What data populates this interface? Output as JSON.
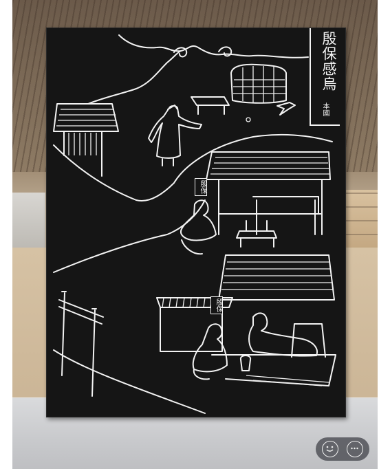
{
  "stele": {
    "title": "殷保感烏",
    "subtitle": "本國",
    "figure_label_upper": "殷保",
    "figure_label_lower": "殷保"
  },
  "overlay": {
    "emoji_icon": "smiley-icon",
    "chat_icon": "chat-bubble-icon"
  },
  "colors": {
    "stele": "#151515",
    "engraving": "#f2f2f2",
    "ground": "#cbb596",
    "base": "#c8c9cc"
  }
}
